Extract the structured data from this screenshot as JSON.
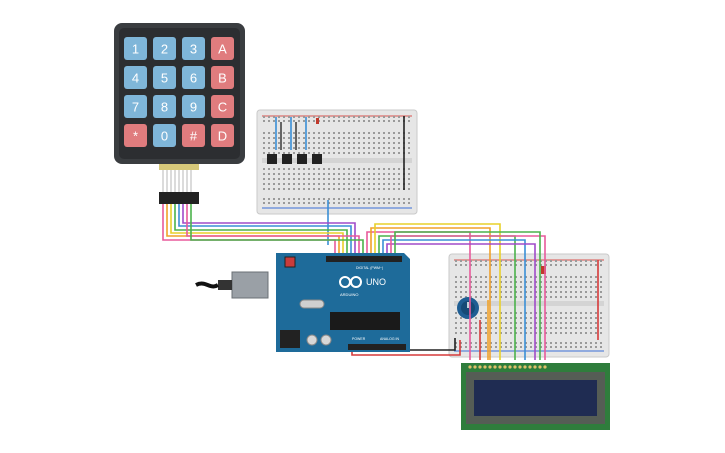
{
  "keypad": {
    "keys": [
      "1",
      "2",
      "3",
      "A",
      "4",
      "5",
      "6",
      "B",
      "7",
      "8",
      "9",
      "C",
      "*",
      "0",
      "#",
      "D"
    ],
    "num_color": "#7fb6d9",
    "letter_color": "#e07c7e",
    "body_color": "#3a3d40"
  },
  "arduino": {
    "logo_text": "UNO",
    "brand_text": "ARDUINO",
    "digital_label": "DIGITAL (PWM~)",
    "analog_label": "ANALOG IN",
    "power_label": "POWER",
    "board_color": "#1e6b9a"
  },
  "lcd": {
    "screen_color": "#1f2c52",
    "board_color": "#2f7d3c"
  },
  "wire_colors": [
    "#e85a9b",
    "#f0a12a",
    "#e8d02a",
    "#4bb24b",
    "#3a8fd6",
    "#a04bc9",
    "#222222",
    "#d63a3a"
  ]
}
